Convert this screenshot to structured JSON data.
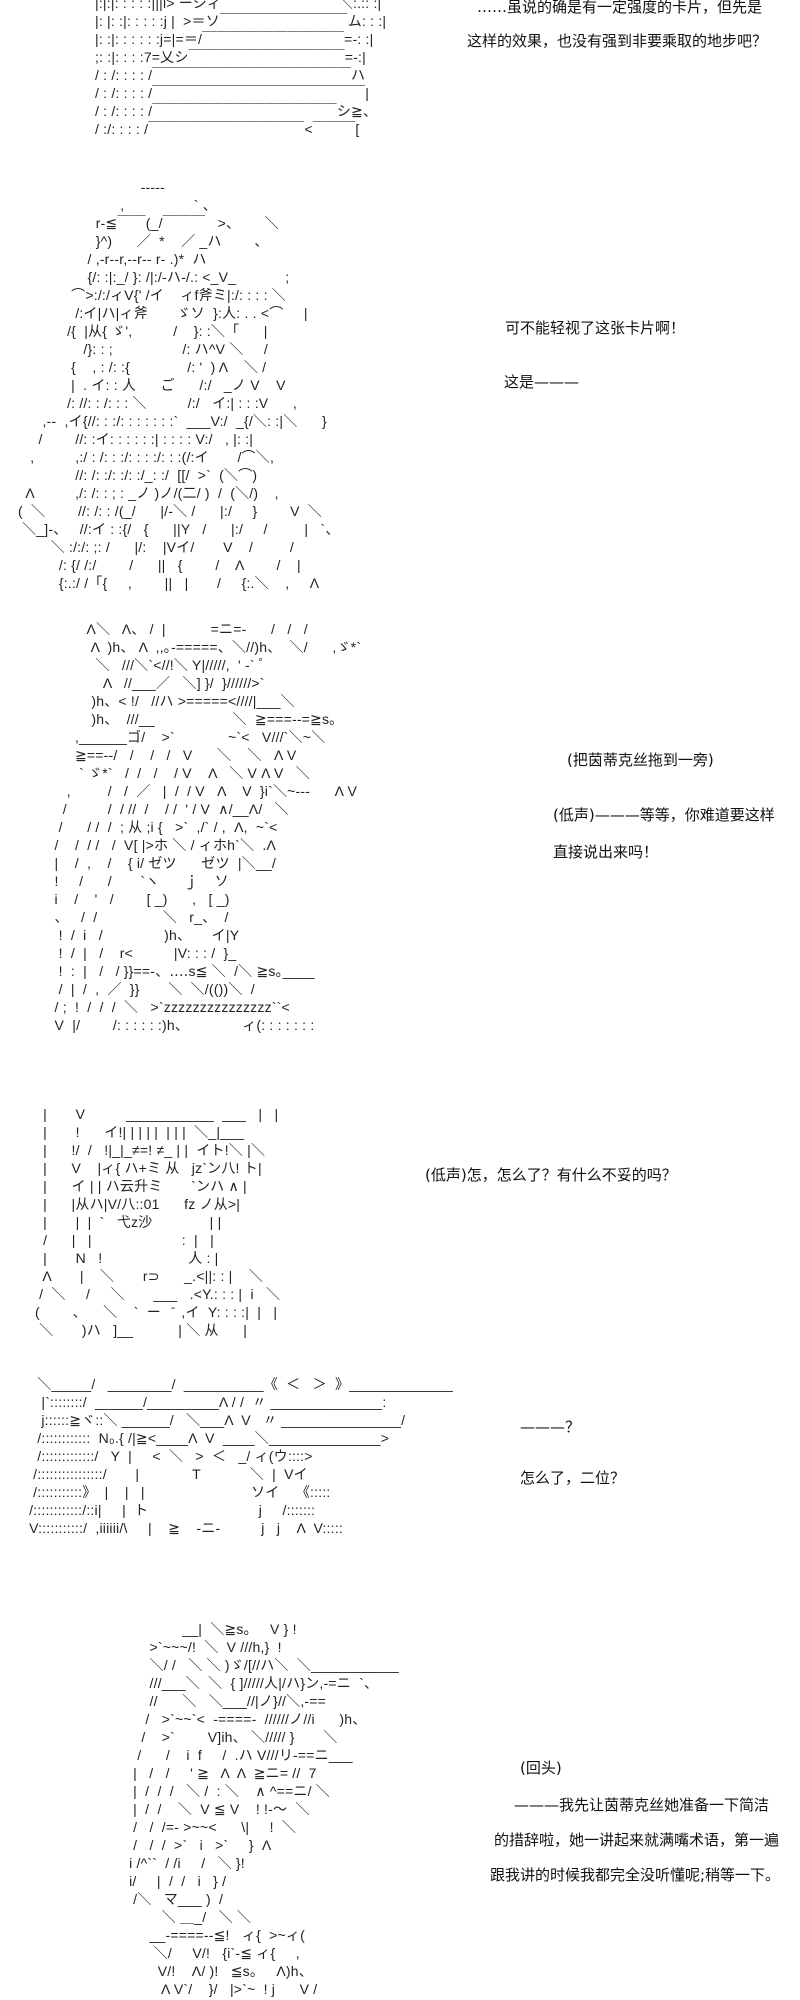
{
  "panels": [
    {
      "art": [
        "|:|:|: : : : :|||l> ーシィ￣￣￣￣￣￣￣￣ ＼:.:: :|",
        "|: |: :|: : : : :j |  >＝ソ￣￣￣￣￣￣￣￣￣ム: : :|",
        "|: :|: : : : : :j=|=＝/￣￣￣￣￣￣￣￣￣￣=-: :|",
        ";: :|: : : :7=乂シ￣￣￣￣￣￣￣￣￣￣￣=-:|",
        "/ : /: : : : /￣￣￣￣￣￣￣￣￣￣￣￣￣￣ハ",
        "/ : /: : : : /￣￣￣￣￣￣￣￣￣￣￣￣￣￣￣|",
        "/ : /: : : : /￣￣￣￣￣￣￣￣￣￣￣￣￣シ≧、",
        "/ :/: : : : /￣￣￣￣￣￣￣￣￣￣￣<￣￣￣["
      ],
      "lines": [
        "……虽说的确是有一定强度的卡片，但先是",
        "这样的效果，也没有强到非要乘取的地步吧？"
      ]
    },
    {
      "art": [
        "                              -----",
        "                         ,                 ` 、",
        "                   r-≦￣￣(_/￣￣￣   >、      ＼",
        "                   }^)      ／  *    ／ _ハ        、",
        "                 / ,-r--r,--r-- r- .)*  ハ",
        "                 {/: :|:_/ }: /|:/-ハ-/.: <_V_            ;",
        "             ⌒>:/:/ィV{' /イ    ィf斧ミ|:/: : : : ＼",
        "              /:イ|ハ|ィ斧       ゞソ  }:人: . . <⌒     |",
        "            /{  |从{ ゞ',          /    }: :＼「      |",
        "                /}: : ;                 /: ハ^V ＼     /",
        "             {    , : /: :{              /: '  ) Λ    ＼ /",
        "             |  . イ: : 人      ご      /:/   _ノ V    V",
        "            /: //: : /: : : ＼          /:/   イ:| : : :V      ,",
        "      ,--  ,イ{//: : :/: : : : : : :`  ___V:/  _{/＼: :|＼      }",
        "     /        //: :イ: : : : : :| : : : : V:/   , |: :|",
        "   ,          ,:/ : /: : :/: : : :/: : :(/:イ       /⌒＼,",
        "              //: /: :/: :/: :/_: :/  [[/  >`  (＼⌒)",
        "  Λ          ,/: /: : ; : _ノ )ノ/(二/ )  /  (＼/)    ,",
        "(  ＼        //: /: : /(_/      |/-＼ /      |:/     }        V  ＼",
        " ＼_]-、   //:イ : :{/   {      ||Y   /      |:/     /         |   `、",
        "        ＼ :/:/: ;: /      |/:    |Vイ/       V    /         /",
        "          /: {/ /:/        /      ||   {        /    Λ        /    |",
        "          {:.:/ /「{     ,        ||   |       /     {:.＼    ,     Λ"
      ],
      "lines": [
        "可不能轻视了这张卡片啊！",
        "这是———"
      ]
    },
    {
      "art": [
        "              Λ＼   Λ、 /  |           =ニ=-      /   /   /",
        "               Λ  )h、 Λ  ,,｡-=====、＼//)h、  ＼/      ,ゞ*`",
        "                ＼   ///＼`<//!＼ Y|/////,  ' -` ﾟ",
        "                  Λ   //___／   ＼] }/  }//////>`",
        "               )h、< !/   //ハ >=====<////|___＼",
        "               )h、  ///__                   ＼  ≧===--=≧s｡",
        "           ,______ゴ/    >`             ~`<   V///`＼~＼",
        "           ≧==--/   /    /   /   V      ＼    ＼   Λ V",
        "            ` ゞ*`   /  /   /    / V    Λ   ＼ V Λ V   ＼",
        "         ,         /   /  ／   |  /  / V   Λ    V  }i`＼~---      Λ V",
        "        /          /  / //  /    / /  ' / V  ∧/__Λ/   ＼",
        "       /      / /  /  ; 从 ;i {   >`  ,/` / ,  Λ,  ~`<",
        "      /    /  / /   /  V[ |>ホ ＼ / ィホh`＼  .Λ",
        "      |    /  ,    /    { i/ ゼツ      ゼツ  |＼__/",
        "      !     /      /       `ヽ      ｊ    ソ",
        "      i    /    '   /        [ _)      ,   [ _)",
        "      、   /  /                ＼   r_、  /",
        "       !  /  i   /               )h、     イ|Y",
        "       !  /  |   /    r<          |V: : : /  }_",
        "       !  :  |   /   / }}==-、‥‥s≦ ＼  /＼ ≧s｡____",
        "       /  |  /  ,  ／  }}       ＼  ＼/(())＼  /",
        "      / ;  !  /  /  /  ＼   >`zzzzzzzzzzzzzzz``<",
        "      V  |/        /: : : : : :)h、             ィ(: : : : : : :"
      ],
      "lines": [
        "(把茵蒂克丝拖到一旁)",
        "(低声)———等等，你难道要这样",
        "直接说出来吗！"
      ]
    },
    {
      "art": [
        "  |       V          ___________  ___   |   |",
        "  |       !      イ!| | | | |  | | |  ＼_|___",
        "  |      !/  /   !|_|_≠=! ≠_ | |  イト!＼ |＼",
        "  |      V    |ィ{ ハ+ミ 从   jz`ン八! ト|",
        "  |      イ | | ハ云升ミ       `ンハ ∧ |",
        "  |      |从ハ|V/八::01      fz ノ从>|",
        "  |       |  |  `   弋z沙              | |",
        "  /      |   |                      :  |   |",
        "  |       N   !                     人 : |",
        "  Λ       |    ＼       r⊃      _.<||: : |    ＼",
        " /  ＼     /     ＼       ___   .<Y.: : : |  i   ＼",
        "(        、    ＼    `  ー   ̄  ,イ  Y: : : :|  |   |",
        " ＼       )ハ   ]__           | ＼ 从      |"
      ],
      "lines": [
        "(低声)怎，怎么了？有什么不妥的吗？"
      ]
    },
    {
      "art": [
        "   ＼_____/   ________/  __________《  ＜   ＞  》_____________",
        "    |`::::::::/  ______/_________Λ / /  〃 ______________:",
        "    j::::::≧ヾ::＼ ______/   ＼___Λ  V   〃 _______________/",
        "   /::::::::::::  N₀.{ /|≧<____Λ  V  ____＼______________>",
        "   /:::::::::::::/   Y  |     <  ＼   >  ＜   _/ ィ(ウ::::>",
        "  /::::::::::::::::/       |             T            ＼  |  Vイ",
        "  /:::::::::::》  |    |   |                          ソイ    《:::::",
        " /::::::::::::/::i|     |  ト                           j     /:::::::",
        " V:::::::::::/  ,iiiiii/\\     |    ≧    -ニ-          j   j    Λ  V:::::"
      ],
      "lines": [
        "———？",
        "怎么了，二位？"
      ]
    },
    {
      "art": [
        "                         __|  ＼≧s。   V } !",
        "                 >`~~~/!  ＼  V ///h,}  !",
        "                 ＼/ /   ＼ ＼ )ゞ/[//ハ＼  ＼___________",
        "                 ///___＼  ＼  { ]/////人|/ハ}ン,-=ニ  `、",
        "                 //      ＼   ＼___//|ノ}//＼,-==",
        "                /   >`~~`<  -====-  //////ノ//i      )h、",
        "               /    >`        V]ih、 ＼///// }       ＼",
        "              /      /    i  f     /  .ハ V///リ-==ニ___",
        "             |   /   /     ' ≧   Λ  Λ  ≧ニ= //  7",
        "             |  /  /  /   ＼ /  : ＼    ∧ ^==ニ/ ＼",
        "             |  /  /    ＼  V ≦ V    ! !-〜  ＼",
        "             /   /  /=- >~~<      \\|     !  ＼",
        "             /   /  /  >`   i   >`     }  Λ",
        "            i /^``  / /i     /   ＼ }!",
        "            i/     |  /  /   i   } /",
        "             /＼   マ___ )  /",
        "                    ＼ ＿_/   ＼ ＼",
        "                 __-====--≦!   ィ{  >~ィ(",
        "                  ＼/     V/!   {i`-≦ ィ{     ,",
        "                   V/!    Λ/ )!   ≦s。   Λ)h、",
        "                    Λ V`/    }/   |>`~  ! j      V /"
      ],
      "lines": [
        "(回头)",
        "———我先让茵蒂克丝她准备一下简洁",
        "的措辞啦，她一讲起来就满嘴术语，第一遍",
        "跟我讲的时候我都完全没听懂呢;稍等一下。"
      ]
    }
  ]
}
